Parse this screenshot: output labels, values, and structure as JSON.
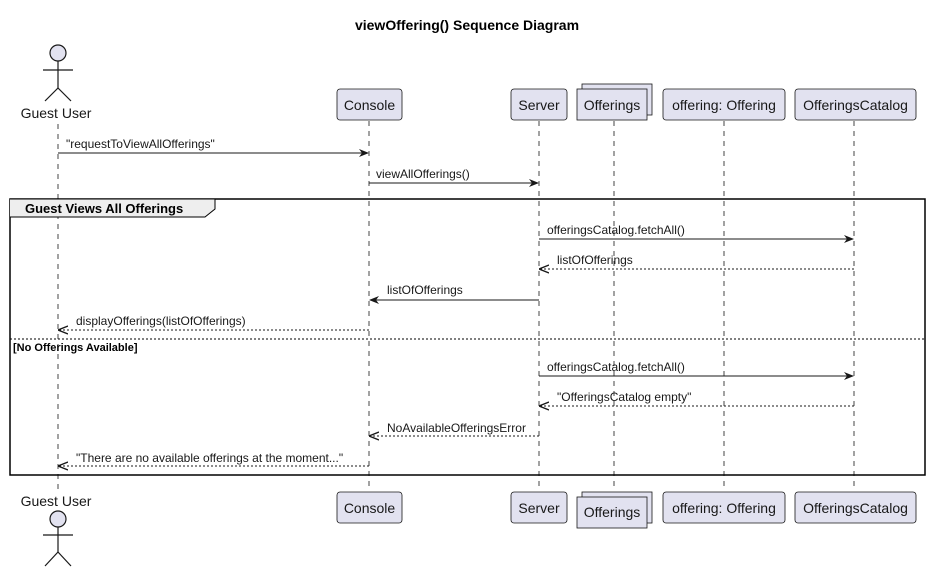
{
  "title": "viewOffering() Sequence Diagram",
  "colors": {
    "participant_fill": "#E2E2F0",
    "participant_stroke": "#181818",
    "lifeline": "#181818",
    "frame": "#000000",
    "text": "#181818"
  },
  "participants": {
    "guest": "Guest User",
    "console": "Console",
    "server": "Server",
    "offerings": "Offerings",
    "offering": "offering: Offering",
    "catalog": "OfferingsCatalog"
  },
  "fragment": {
    "operator": "alt",
    "label": "Guest Views All Offerings",
    "else_guard": "[No Offerings Available]"
  },
  "messages": [
    {
      "from": "guest",
      "to": "console",
      "type": "sync",
      "label": "\"requestToViewAllOfferings\""
    },
    {
      "from": "console",
      "to": "server",
      "type": "sync",
      "label": "viewAllOfferings()"
    },
    {
      "from": "server",
      "to": "catalog",
      "type": "sync",
      "label": "offeringsCatalog.fetchAll()"
    },
    {
      "from": "catalog",
      "to": "server",
      "type": "return",
      "label": "listOfOfferings"
    },
    {
      "from": "server",
      "to": "console",
      "type": "sync",
      "label": "listOfOfferings"
    },
    {
      "from": "console",
      "to": "guest",
      "type": "return",
      "label": "displayOfferings(listOfOfferings)"
    },
    {
      "from": "server",
      "to": "catalog",
      "type": "sync",
      "label": "offeringsCatalog.fetchAll()"
    },
    {
      "from": "catalog",
      "to": "server",
      "type": "return",
      "label": "\"OfferingsCatalog empty\""
    },
    {
      "from": "server",
      "to": "console",
      "type": "return",
      "label": "NoAvailableOfferingsError"
    },
    {
      "from": "console",
      "to": "guest",
      "type": "return",
      "label": "\"There are no available offerings at the moment...\""
    }
  ]
}
